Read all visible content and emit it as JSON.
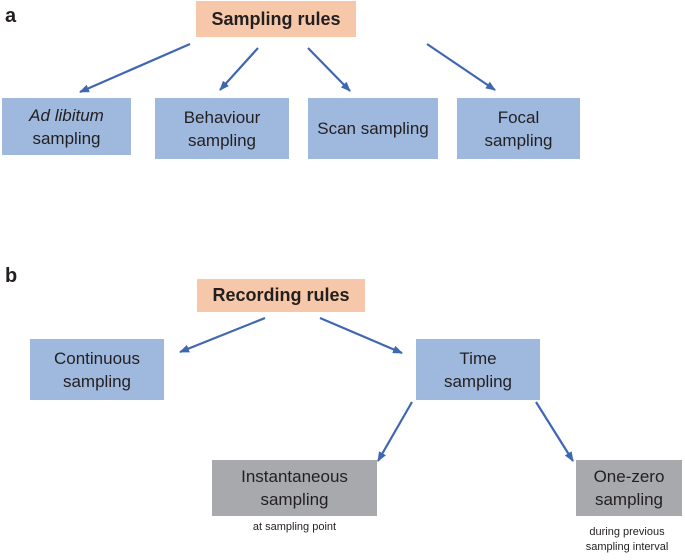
{
  "panel_a": {
    "label": "a",
    "header": "Sampling rules",
    "boxes": [
      {
        "line1": "Ad libitum",
        "line2": "sampling"
      },
      {
        "line1": "Behaviour",
        "line2": "sampling"
      },
      {
        "line1": "Scan sampling"
      },
      {
        "line1": "Focal",
        "line2": "sampling"
      }
    ]
  },
  "panel_b": {
    "label": "b",
    "header": "Recording rules",
    "continuous": {
      "line1": "Continuous",
      "line2": "sampling"
    },
    "time": {
      "line1": "Time",
      "line2": "sampling"
    },
    "instantaneous": {
      "line1": "Instantaneous",
      "line2": "sampling",
      "caption": "at sampling point"
    },
    "one_zero": {
      "line1": "One-zero",
      "line2": "sampling",
      "caption_line1": "during previous",
      "caption_line2": "sampling interval"
    }
  },
  "colors": {
    "header_fill": "#f6c7a8",
    "blue_box": "#9fb9de",
    "grey_box": "#a7a9ac",
    "arrow": "#3f67b1"
  }
}
